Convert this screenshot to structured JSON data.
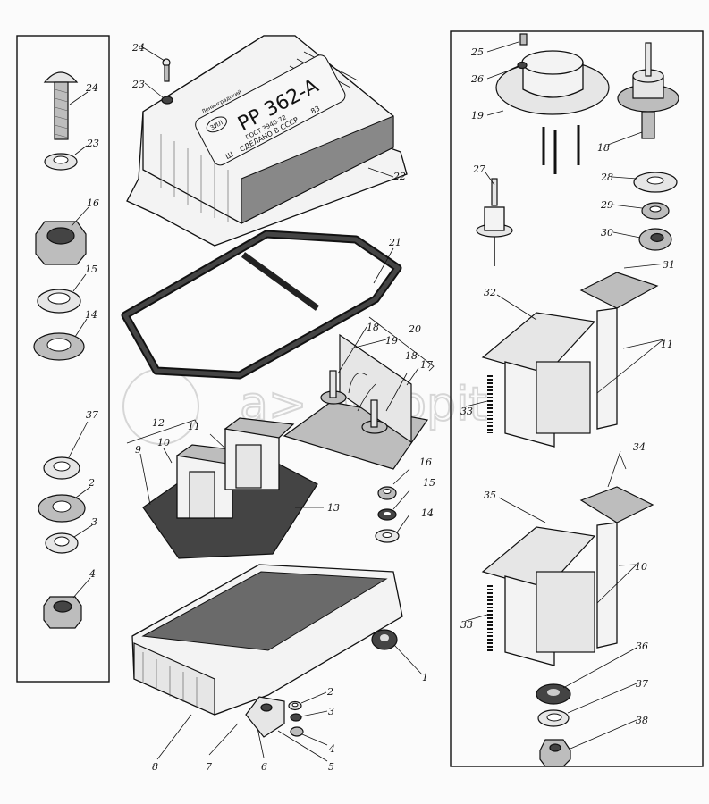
{
  "figure": {
    "type": "exploded-parts-diagram",
    "subject": "relay-regulator assembly",
    "nameplate": {
      "model": "PP 362-A",
      "line1": "ГОСТ 3940-72",
      "line2": "СДЕЛАНО В СССР",
      "line3": "83",
      "mark": "Ш",
      "maker": "Ленинградский",
      "logo": "ЗИЛ"
    },
    "watermark": "a> autopit"
  },
  "labels": {
    "left_panel": {
      "screw_24": "24",
      "washer_23": "23",
      "nut_16": "16",
      "washer_15": "15",
      "washer_14": "14",
      "washer_37": "37",
      "washer_2": "2",
      "washer_3": "3",
      "nut_4": "4"
    },
    "center": {
      "screw_24": "24",
      "washer_23": "23",
      "cover_22": "22",
      "gasket_21": "21",
      "bracket_group_20": "20",
      "transistor_19": "19",
      "diode_18a": "18",
      "diode_18b": "18",
      "bracket_17": "17",
      "relay_group_12": "12",
      "relay_11": "11",
      "relay_10": "10",
      "panel_9": "9",
      "stud_13": "13",
      "nut_16": "16",
      "washer_15": "15",
      "washer_14": "14",
      "terminal_1": "1",
      "washer_2": "2",
      "washer_3": "3",
      "nut_4": "4",
      "terminal_5": "5",
      "insulator_6": "6",
      "screw_7": "7",
      "base_8": "8"
    },
    "right_panel": {
      "screw_25": "25",
      "washer_26": "26",
      "transistor_19": "19",
      "diode_18": "18",
      "diode_27": "27",
      "washer_28": "28",
      "washer_29": "29",
      "nut_30": "30",
      "contact_31": "31",
      "armature_32": "32",
      "spring_33a": "33",
      "relay_11": "11",
      "contact_34": "34",
      "armature_35": "35",
      "spring_33b": "33",
      "relay_10": "10",
      "washer_36": "36",
      "washer_37": "37",
      "nut_38": "38"
    }
  }
}
